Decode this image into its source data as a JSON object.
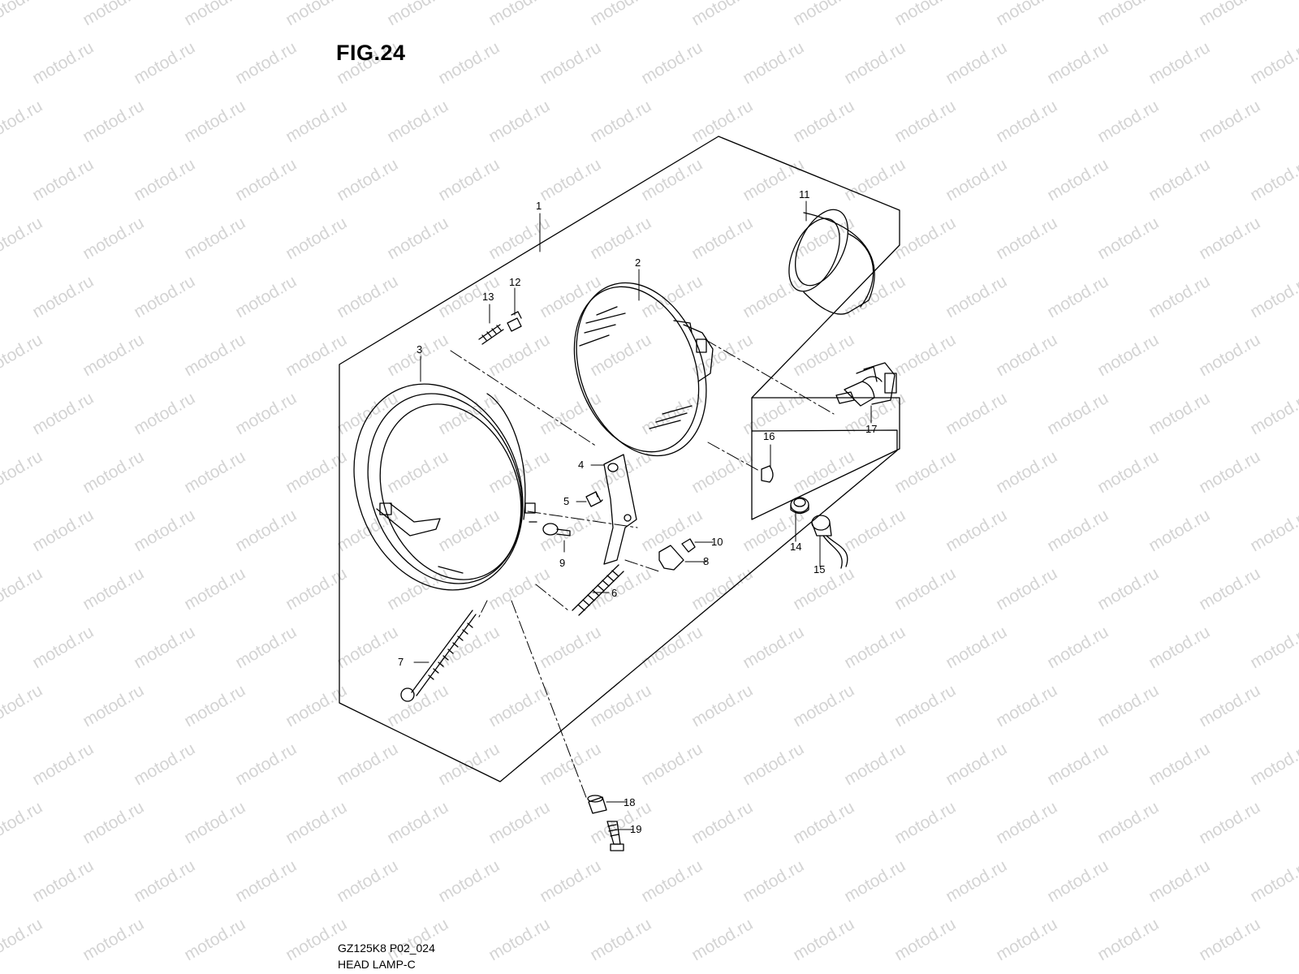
{
  "figure": {
    "title": "FIG.24",
    "model_code": "GZ125K8 P02_024",
    "caption": "HEAD LAMP-C"
  },
  "watermark": {
    "text": "motod.ru",
    "color": "#d4d4d4"
  },
  "callouts": [
    "1",
    "2",
    "3",
    "4",
    "5",
    "6",
    "7",
    "8",
    "9",
    "10",
    "11",
    "12",
    "13",
    "14",
    "15",
    "16",
    "17",
    "18",
    "19"
  ],
  "colors": {
    "line": "#000000",
    "background": "#ffffff"
  }
}
